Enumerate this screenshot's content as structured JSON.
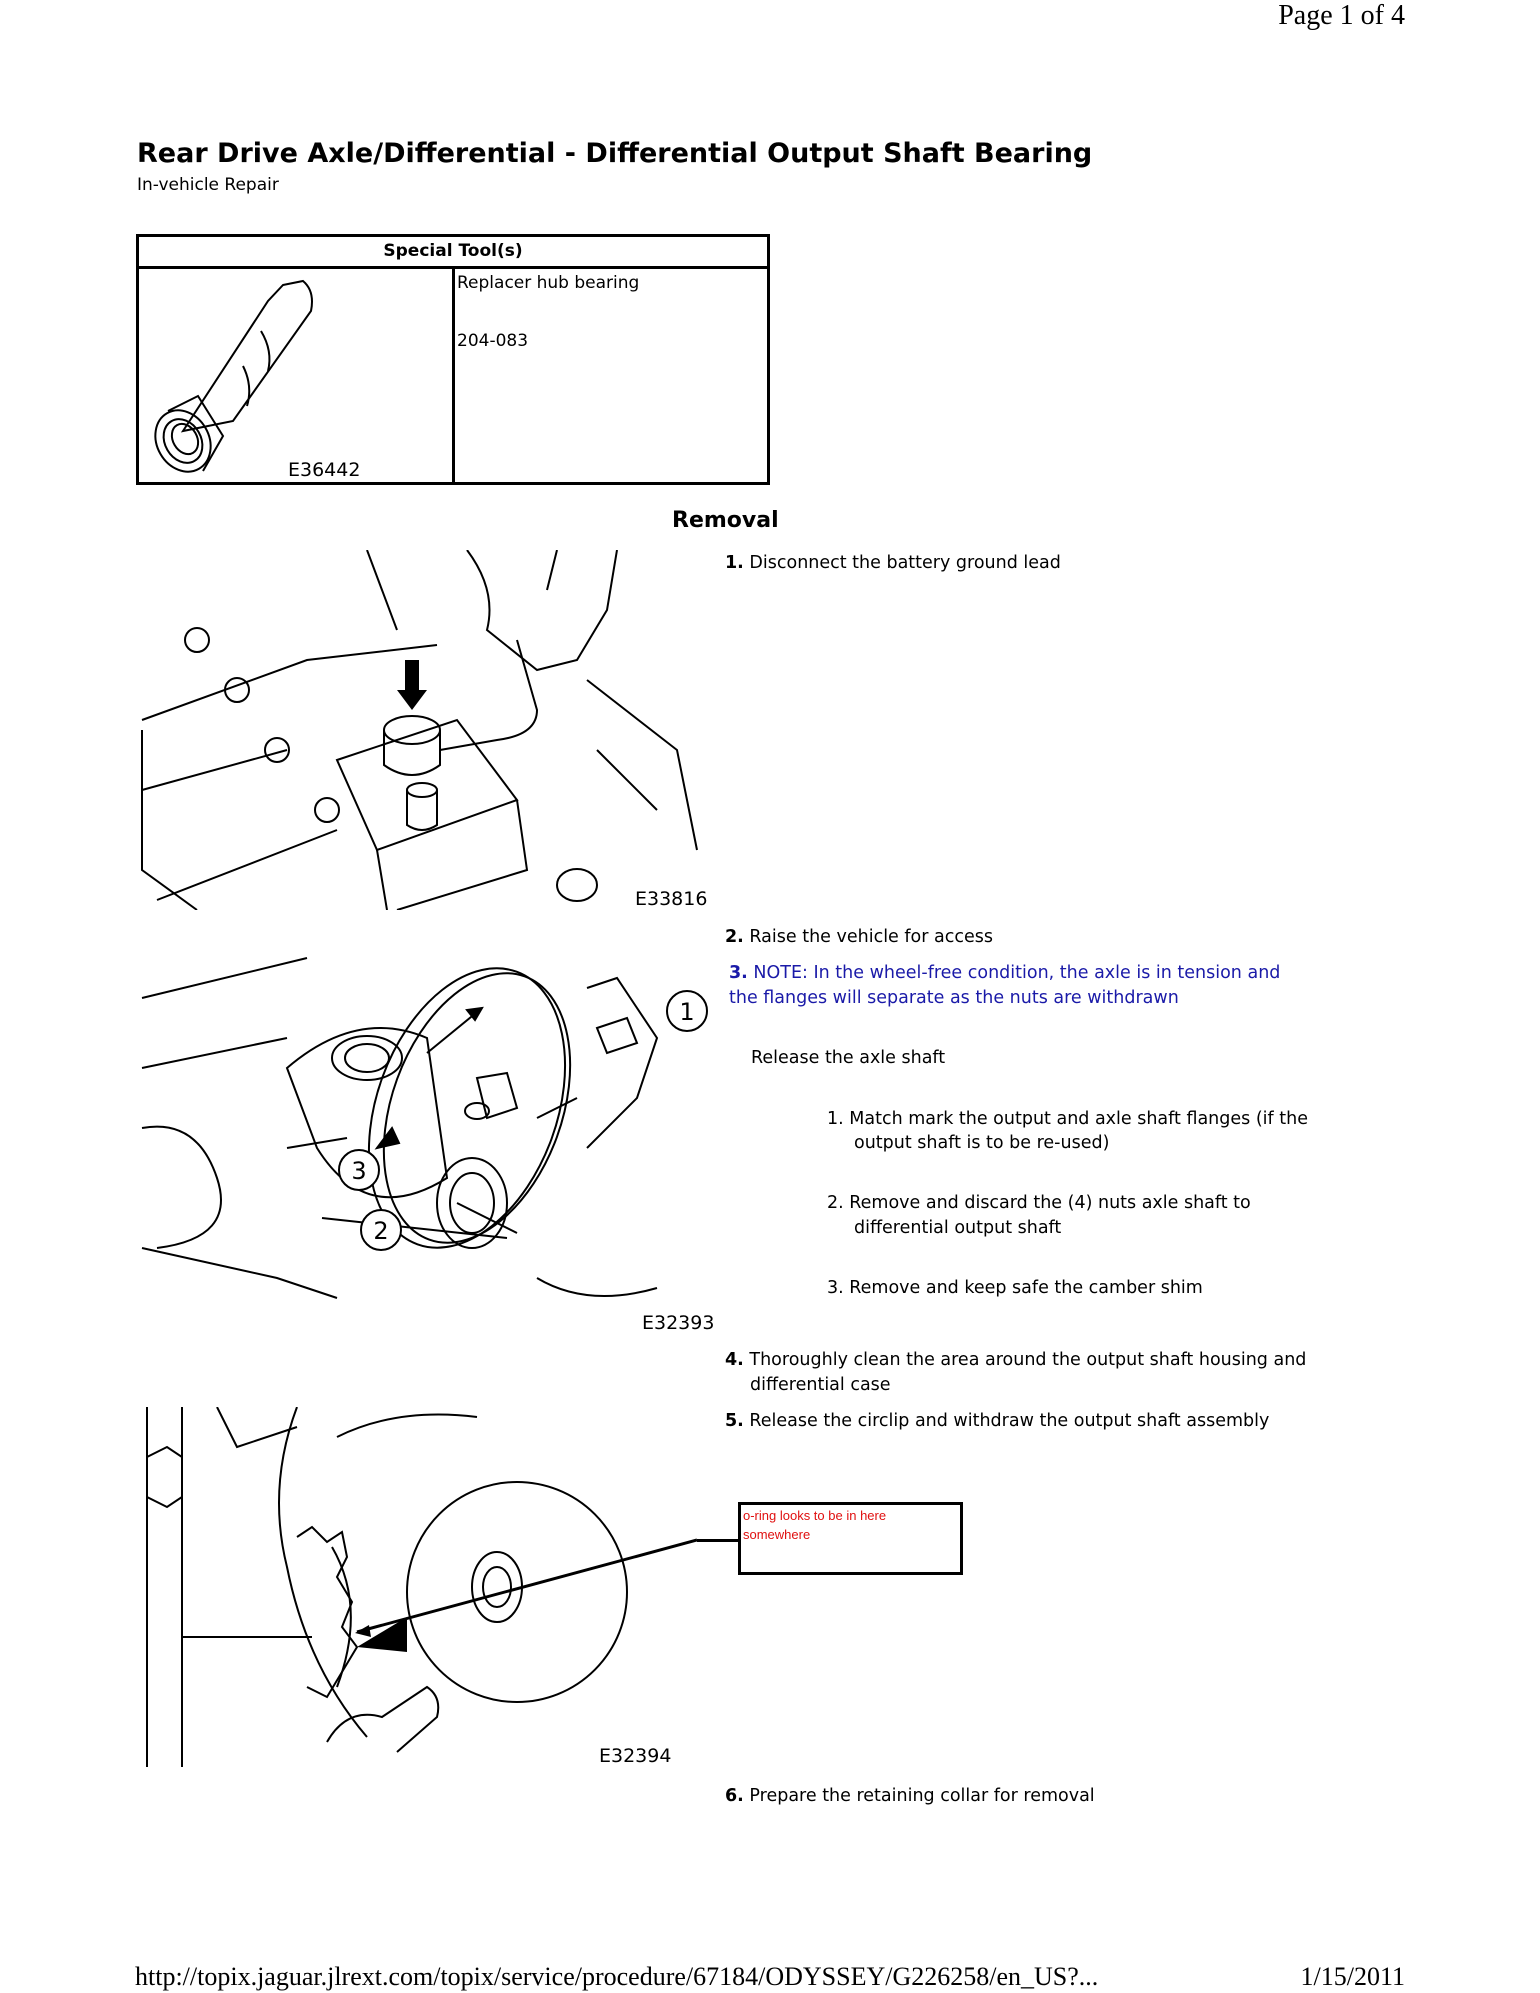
{
  "header": {
    "page_indicator": "Page 1 of 4"
  },
  "document": {
    "title": "Rear Drive Axle/Differential - Differential Output Shaft Bearing",
    "subtitle": "In-vehicle Repair"
  },
  "special_tools": {
    "heading": "Special Tool(s)",
    "tool_name": "Replacer hub bearing",
    "tool_number": "204-083",
    "image_label": "E36442"
  },
  "removal": {
    "heading": "Removal",
    "steps": [
      {
        "num": "1.",
        "text": "Disconnect the battery ground lead"
      },
      {
        "num": "2.",
        "text": "Raise the vehicle for access"
      },
      {
        "num": "3.",
        "note_line1": "NOTE: In the wheel-free condition, the axle is in tension and",
        "note_line2": "the flanges will separate as the nuts are withdrawn",
        "text": "Release the axle shaft",
        "substeps": [
          {
            "num": "1.",
            "line1": "Match mark the output and axle shaft flanges (if the",
            "line2": "output shaft is to be re-used)"
          },
          {
            "num": "2.",
            "line1": "Remove and discard the (4) nuts axle shaft to",
            "line2": "differential output shaft"
          },
          {
            "num": "3.",
            "line1": "Remove and keep safe the camber shim"
          }
        ]
      },
      {
        "num": "4.",
        "line1": "Thoroughly clean the area around the output shaft housing and",
        "line2": "differential case"
      },
      {
        "num": "5.",
        "text": "Release the circlip and withdraw the output shaft assembly"
      },
      {
        "num": "6.",
        "text": "Prepare the retaining collar for removal"
      }
    ],
    "figures": [
      {
        "label": "E33816"
      },
      {
        "label": "E32393",
        "callouts": [
          "1",
          "2",
          "3"
        ]
      },
      {
        "label": "E32394"
      }
    ],
    "annotation": {
      "line1": "o-ring looks to be in here",
      "line2": "somewhere",
      "color": "#e01010"
    }
  },
  "footer": {
    "url": "http://topix.jaguar.jlrext.com/topix/service/procedure/67184/ODYSSEY/G226258/en_US?...",
    "date": "1/15/2011"
  }
}
